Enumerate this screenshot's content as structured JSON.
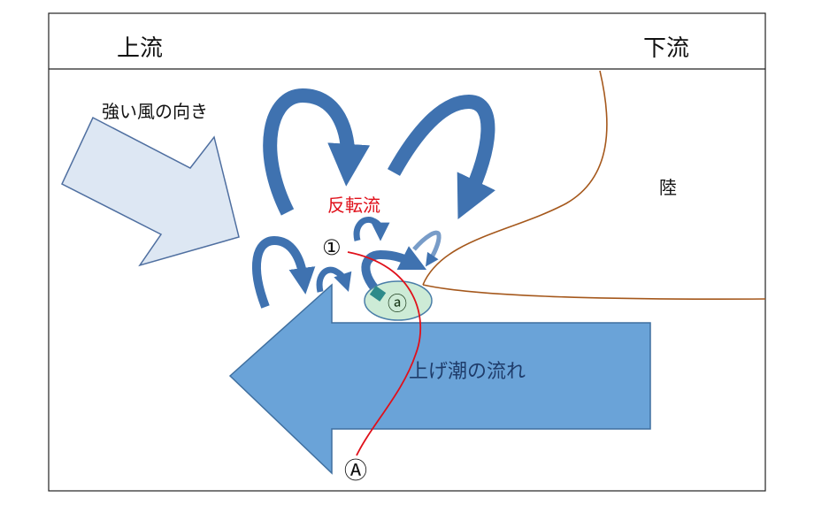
{
  "header": {
    "upstream": "上流",
    "downstream": "下流"
  },
  "labels": {
    "wind": "強い風の向き",
    "reverse_flow": "反転流",
    "land": "陸",
    "rising_tide": "上げ潮の流れ",
    "point_1": "①",
    "point_a_small": "ⓐ",
    "point_A": "Ⓐ"
  },
  "colors": {
    "tide_arrow": "#6aa3d8",
    "wind_arrow": "#dde7f3",
    "eddy_arrow": "#3f72b0",
    "land_line": "#a5581c",
    "red_line": "#e0101a",
    "ellipse": "#cdebd6"
  }
}
